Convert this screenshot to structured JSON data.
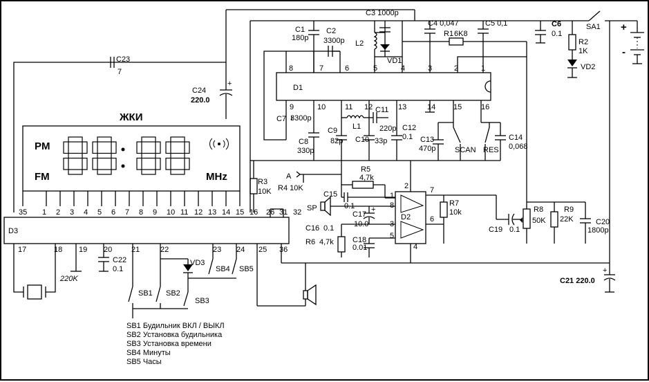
{
  "display": {
    "title": "ЖКИ",
    "pm": "PM",
    "fm": "FM",
    "mhz": "MHz"
  },
  "chips": {
    "d1": "D1",
    "d2": "D2",
    "d3": "D3"
  },
  "d3_top_pins": [
    "35",
    "1",
    "2",
    "3",
    "4",
    "5",
    "6",
    "7",
    "8",
    "9",
    "10",
    "11",
    "12",
    "13",
    "14",
    "15",
    "16",
    "26",
    "31",
    "32"
  ],
  "d3_bottom_pins": [
    "17",
    "18",
    "19",
    "20",
    "21",
    "22",
    "23",
    "24",
    "25",
    "36"
  ],
  "d1_top_pins": [
    "8",
    "7",
    "6",
    "5",
    "4",
    "3",
    "2",
    "1"
  ],
  "d1_bottom_pins": [
    "9",
    "10",
    "11",
    "12",
    "13",
    "14",
    "15",
    "16"
  ],
  "d2_pins": {
    "p1": "1",
    "p8": "8",
    "p3": "3",
    "p5": "5",
    "p2": "2",
    "p7": "7",
    "p6": "6",
    "p4": "4"
  },
  "components": {
    "c1": "C1",
    "c1v": "180p",
    "c2": "C2",
    "c2v": "3300p",
    "c3": "C3 1000p",
    "c4": "C4 0,047",
    "r1": "R1",
    "r1v": "6K8",
    "c5": "C5 0,1",
    "c6": "C6",
    "c6v": "0.1",
    "sa1": "SA1",
    "r2": "R2",
    "r2v": "1K",
    "vd2": "VD2",
    "l2": "L2",
    "vd1": "VD1",
    "c23": "C23",
    "c23v": "7",
    "c24": "C24",
    "c24v": "220.0",
    "c7": "C7",
    "c7v": "3300p",
    "c8": "C8",
    "c8v": "330p",
    "c9": "C9",
    "c9v": "82p",
    "l1": "L1",
    "c11": "C11",
    "c11v": "220p",
    "c10": "C10",
    "c10v": "33p",
    "c12": "C12",
    "c12v": "0.1",
    "c13": "C13",
    "c13v": "470p",
    "scan": "SCAN",
    "res": "RES",
    "c14": "C14",
    "c14v": "0,068",
    "r3": "R3",
    "r3v": "10K",
    "a": "A",
    "r4": "R4 10K",
    "r5": "R5",
    "r5v": "4,7k",
    "c15": "C15",
    "c15v": "0.1",
    "sp": "SP",
    "c17": "C17",
    "c17v": "10.0",
    "c16": "C16",
    "c16v": "0.1",
    "r6": "R6",
    "r6v": "4,7k",
    "c18": "C18",
    "c18v": "0.01",
    "r7": "R7",
    "r7v": "10k",
    "c19": "C19",
    "c19v": "0.1",
    "r8": "R8",
    "r8v": "50K",
    "r9": "R9",
    "r9v": "22K",
    "c20": "C20",
    "c20v": "1800p",
    "c21": "C21  220.0",
    "c22": "C22",
    "c22v": "0.1",
    "r220k": "220K",
    "vd3": "VD3",
    "sb1": "SB1",
    "sb2": "SB2",
    "sb3": "SB3",
    "sb4": "SB4",
    "sb5": "SB5",
    "plus": "+",
    "minus": "-"
  },
  "legend": [
    "SB1 Будильник ВКЛ / ВЫКЛ",
    "SB2 Установка будильника",
    "SB3 Установка времени",
    "SB4 Минуты",
    "SB5 Часы"
  ]
}
